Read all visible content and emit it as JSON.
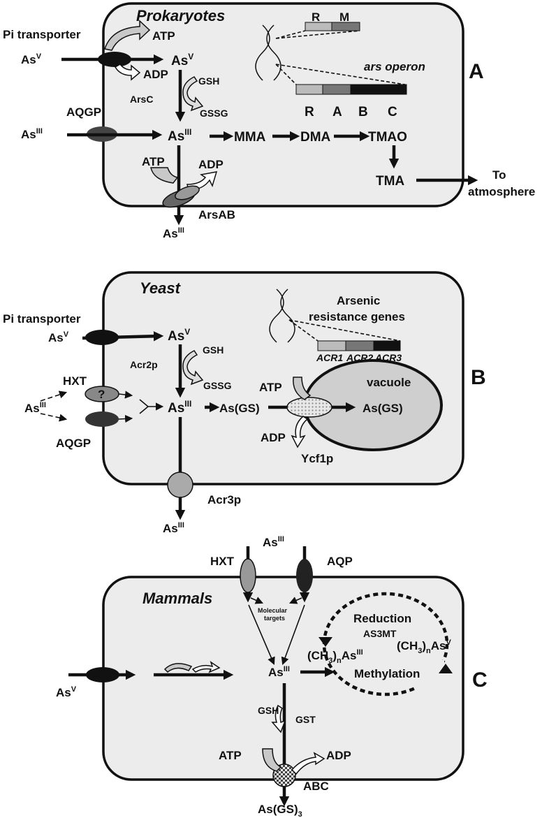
{
  "colors": {
    "cell_fill": "#ececec",
    "outline": "#111111",
    "transporter_dark": "#111111",
    "transporter_mid": "#555555",
    "gene_light": "#bbbbbb",
    "gene_mid": "#777777",
    "gene_dark": "#111111"
  },
  "panel_a": {
    "letter": "A",
    "title": "Prokaryotes",
    "pi_transporter": "Pi transporter",
    "as_v_in": "As",
    "as_v_in_sup": "V",
    "atp1": "ATP",
    "adp1": "ADP",
    "as_v_cell": "As",
    "as_v_cell_sup": "V",
    "gsh": "GSH",
    "arsc": "ArsC",
    "gssg": "GSSG",
    "aqgp": "AQGP",
    "as_iii_in": "As",
    "as_iii_in_sup": "III",
    "as_iii_cell": "As",
    "as_iii_cell_sup": "III",
    "mma": "MMA",
    "dma": "DMA",
    "tmao": "TMAO",
    "tma": "TMA",
    "to_atm_1": "To",
    "to_atm_2": "atmosphere",
    "atp2": "ATP",
    "adp2": "ADP",
    "arsab": "ArsAB",
    "as_iii_out": "As",
    "as_iii_out_sup": "III",
    "gene_r": "R",
    "gene_m": "M",
    "ars_operon": "ars operon",
    "operon_genes": [
      "R",
      "A",
      "B",
      "C"
    ]
  },
  "panel_b": {
    "letter": "B",
    "title": "Yeast",
    "pi_transporter": "Pi transporter",
    "as_v_in": "As",
    "as_v_in_sup": "V",
    "as_v_cell": "As",
    "as_v_cell_sup": "V",
    "gsh": "GSH",
    "acr2p": "Acr2p",
    "gssg": "GSSG",
    "hxt": "HXT",
    "question": "?",
    "as_iii_in": "As",
    "as_iii_in_sup": "III",
    "aqgp": "AQGP",
    "as_iii_cell": "As",
    "as_iii_cell_sup": "III",
    "as_gs": "As(GS)",
    "atp": "ATP",
    "adp": "ADP",
    "ycf1p": "Ycf1p",
    "vacuole": "vacuole",
    "as_gs_vac": "As(GS)",
    "acr3p": "Acr3p",
    "as_iii_out": "As",
    "as_iii_out_sup": "III",
    "resistance_1": "Arsenic",
    "resistance_2": "resistance genes",
    "genes": [
      "ACR1",
      "ACR2",
      "ACR3"
    ]
  },
  "panel_c": {
    "letter": "C",
    "title": "Mammals",
    "as_iii_top": "As",
    "as_iii_top_sup": "III",
    "hxt": "HXT",
    "aqp": "AQP",
    "molecular_1": "Molecular",
    "molecular_2": "targets",
    "as_v_in": "As",
    "as_v_in_sup": "V",
    "as_iii_cell": "As",
    "as_iii_cell_sup": "III",
    "reduction": "Reduction",
    "as3mt": "AS3MT",
    "ch3_as_iii_pre": "(CH",
    "ch3_sub": "3",
    "ch3_n": "n",
    "ch3_as_iii_as": "As",
    "ch3_as_iii_sup": "III",
    "ch3_as_v_pre": "(CH",
    "ch3_as_v_as": "As",
    "ch3_as_v_sup": "V",
    "methylation": "Methylation",
    "gsh": "GSH",
    "gst": "GST",
    "atp": "ATP",
    "adp": "ADP",
    "abc": "ABC",
    "as_gs3": "As(GS)",
    "as_gs3_sub": "3"
  }
}
